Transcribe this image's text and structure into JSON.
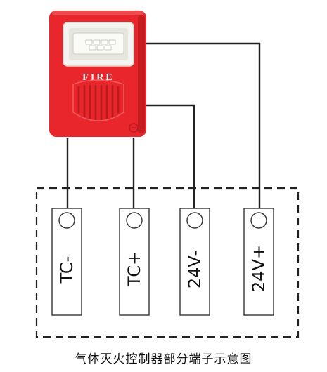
{
  "device": {
    "label": "FIRE",
    "body_color": "#e8262b",
    "lens_color": "#f3f3ef"
  },
  "terminals": [
    {
      "label": "TC-"
    },
    {
      "label": "TC+"
    },
    {
      "label": "24V-"
    },
    {
      "label": "24V+"
    }
  ],
  "caption": "气体灭火控制器部分端子示意图",
  "colors": {
    "wire": "#222222",
    "dash_box": "#222222"
  }
}
